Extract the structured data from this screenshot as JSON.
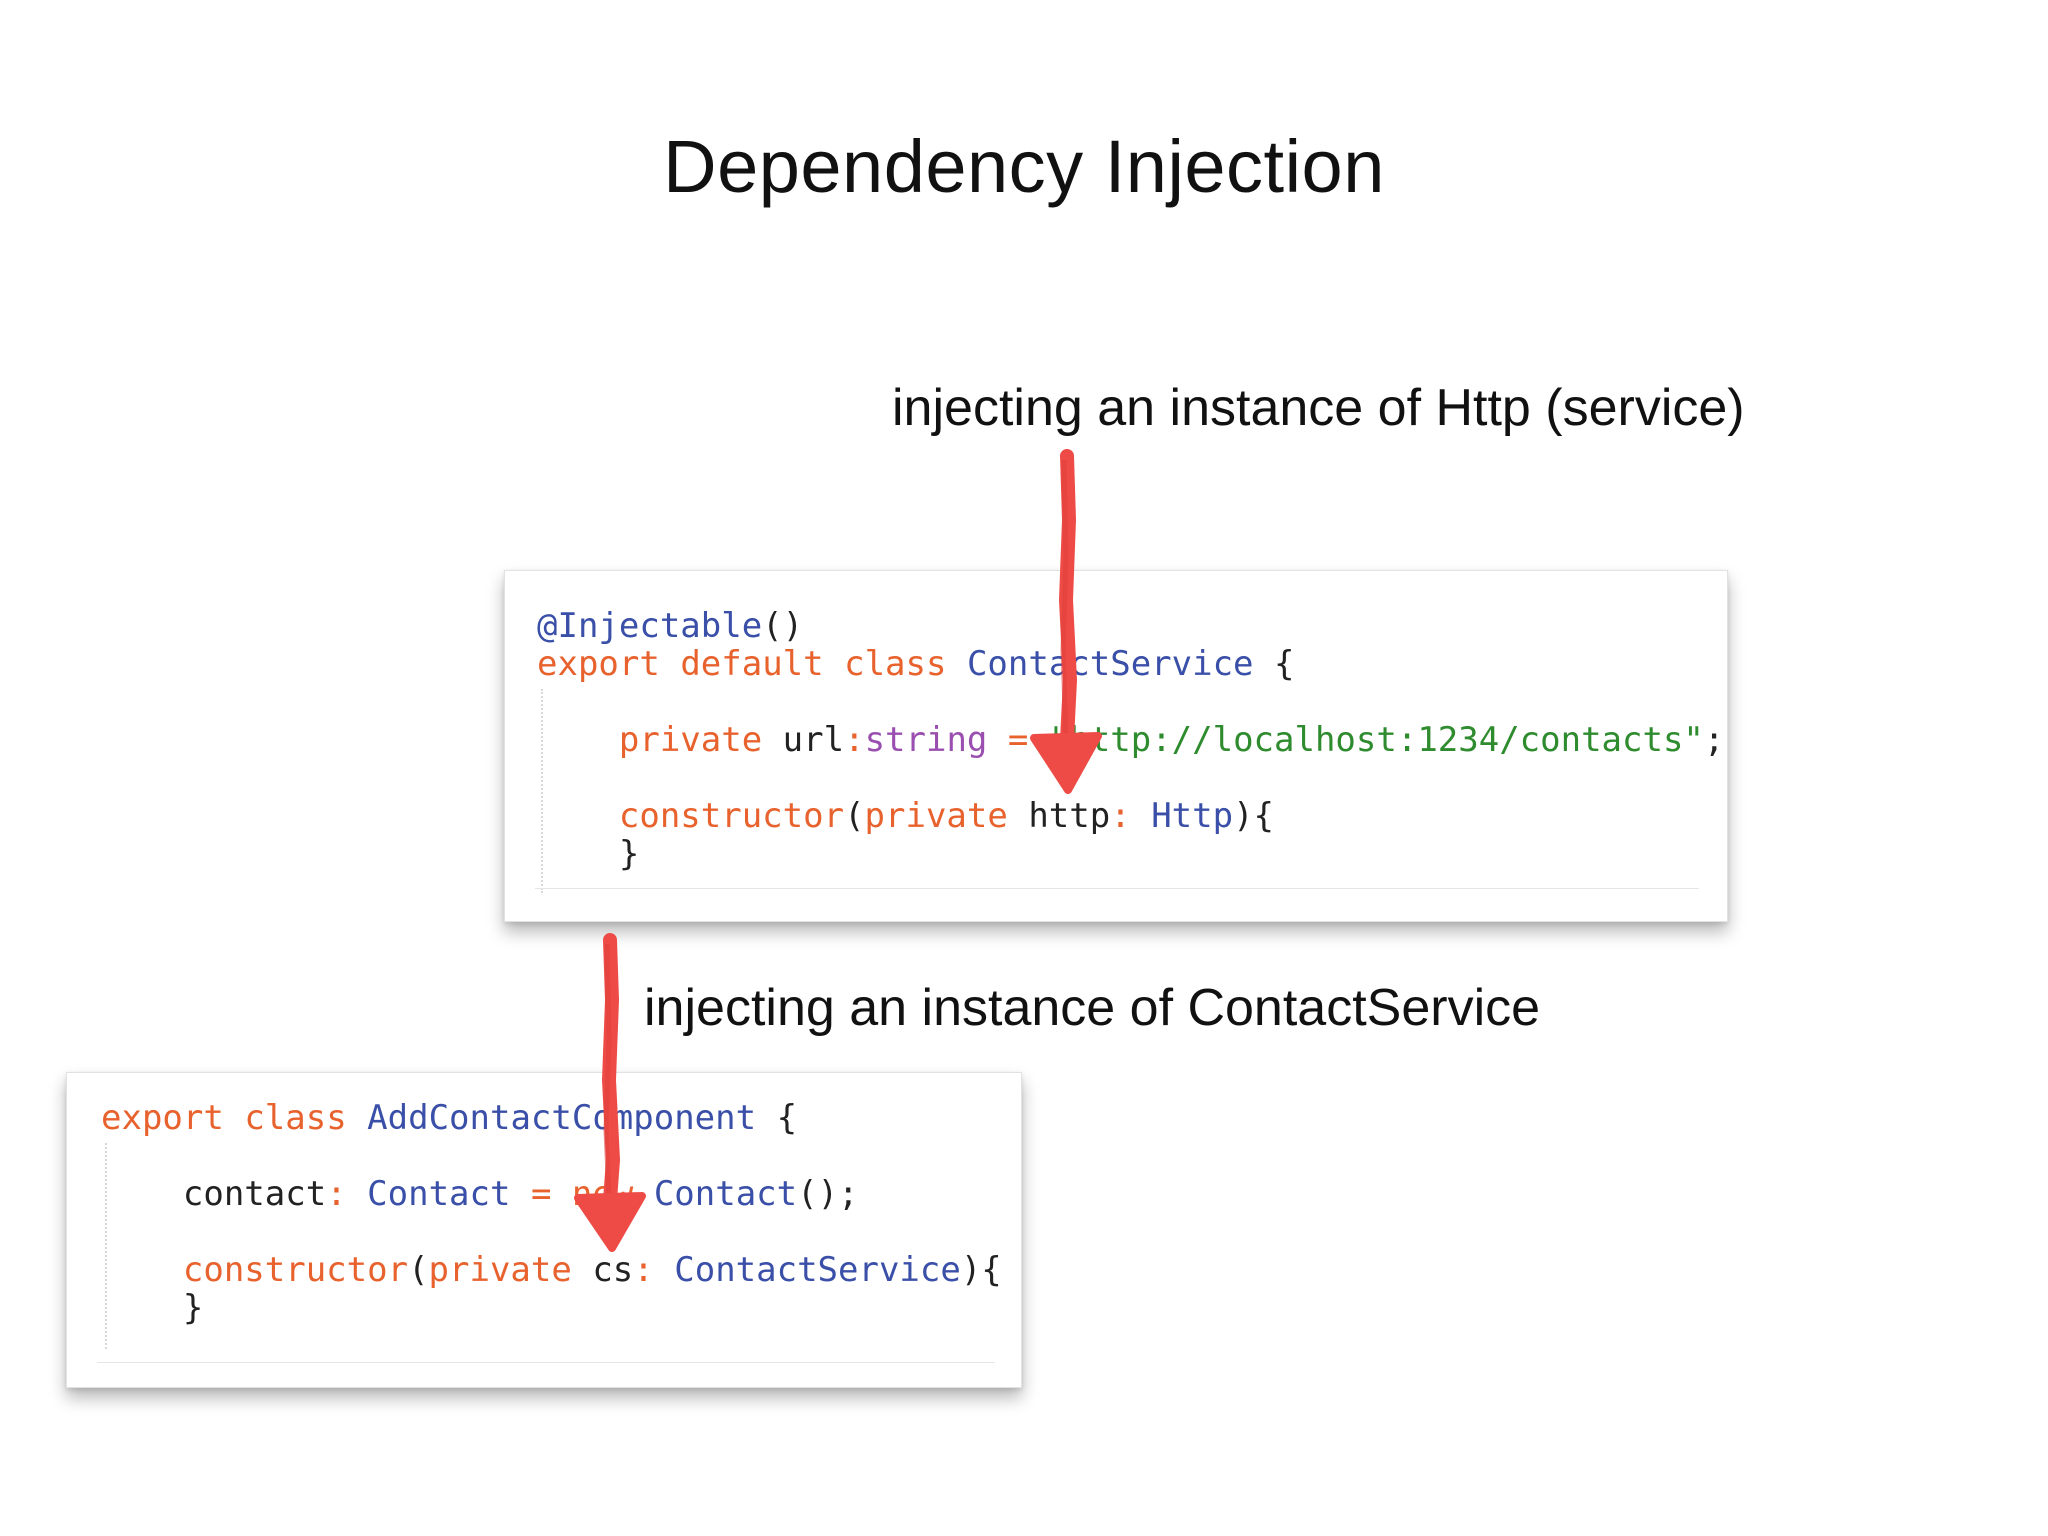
{
  "title": "Dependency Injection",
  "annotations": {
    "http": "injecting an instance of Http (service)",
    "contact_service": "injecting an instance of ContactService"
  },
  "colors": {
    "keyword": "#e8622e",
    "type": "#3a4fa8",
    "string": "#2e8b2e",
    "primitive_type": "#9a4fb0",
    "arrow": "#ee4b46"
  },
  "code_block_1": {
    "line1": {
      "decorator": "@Injectable",
      "parens": "()"
    },
    "line2": {
      "export": "export",
      "default": "default",
      "class": "class",
      "name": "ContactService",
      "brace": "{"
    },
    "line3": {
      "private": "private",
      "field": "url",
      "colon": ":",
      "type": "string",
      "eq": "=",
      "string": "\"http://localhost:1234/contacts\"",
      "semi": ";"
    },
    "line4": {
      "constructor": "constructor",
      "open": "(",
      "private": "private",
      "param": "http",
      "colon": ":",
      "type": "Http",
      "close": "){"
    },
    "line5": {
      "brace": "}"
    }
  },
  "code_block_2": {
    "line1": {
      "export": "export",
      "class": "class",
      "name": "AddContactComponent",
      "brace": "{"
    },
    "line2": {
      "field": "contact",
      "colon": ":",
      "type": "Contact",
      "eq": "=",
      "new": "new",
      "ctor": "Contact",
      "end": "();"
    },
    "line3": {
      "constructor": "constructor",
      "open": "(",
      "private": "private",
      "param": "cs",
      "colon": ":",
      "type": "ContactService",
      "close": "){"
    },
    "line4": {
      "brace": "}"
    }
  },
  "icons": {
    "arrow_1": "hand-drawn-down-arrow",
    "arrow_2": "hand-drawn-down-arrow"
  }
}
